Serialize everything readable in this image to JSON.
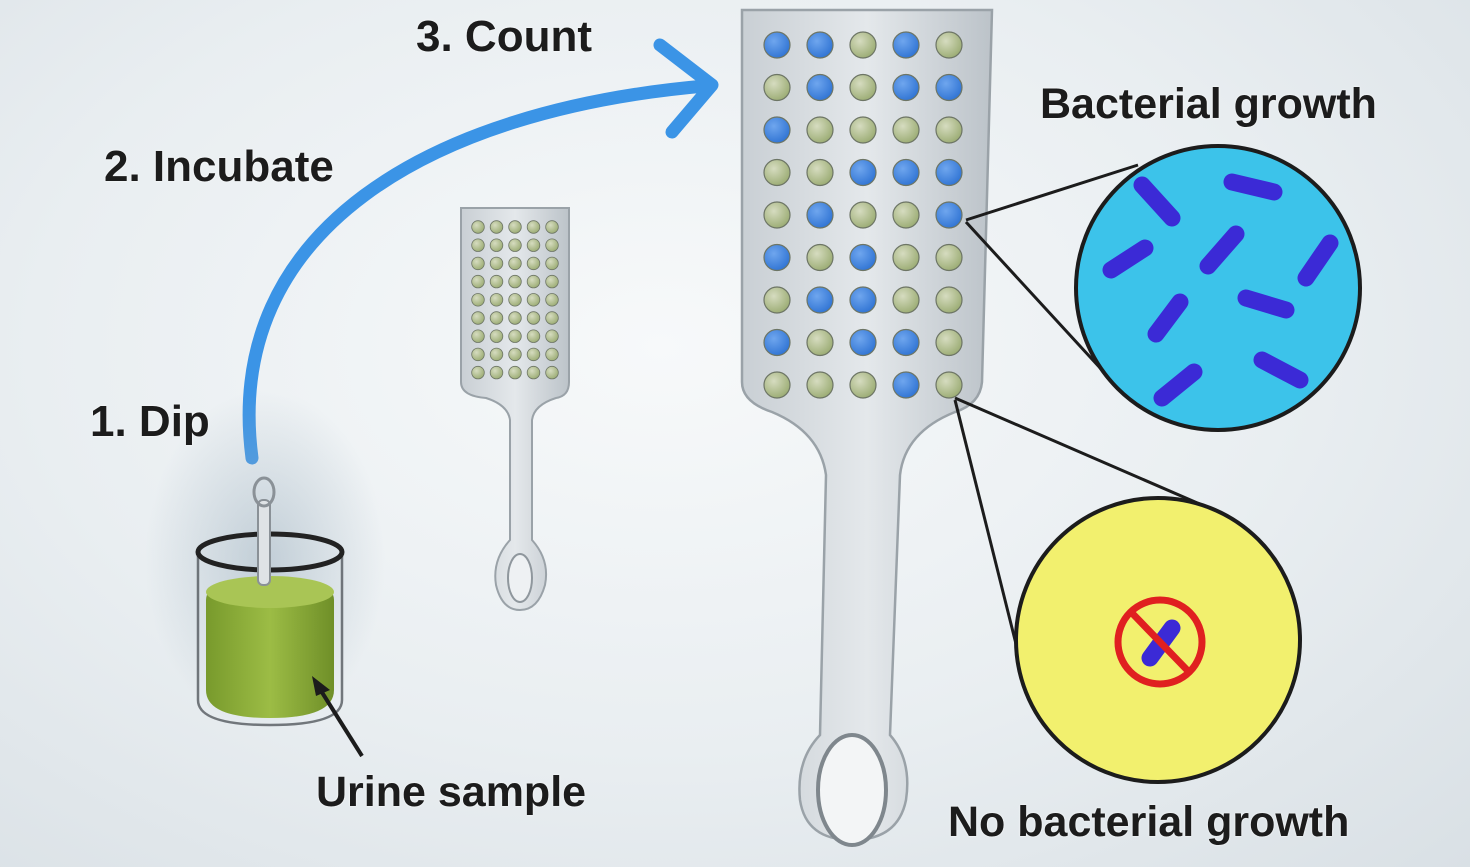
{
  "steps": {
    "dip": "1. Dip",
    "incubate": "2. Incubate",
    "count": "3. Count"
  },
  "labels": {
    "urine_sample": "Urine sample",
    "bacterial_growth": "Bacterial growth",
    "no_bacterial_growth": "No bacterial growth"
  },
  "colors": {
    "arrow": "#3b94e6",
    "well_positive": "#2f73d3",
    "well_negative": "#9aab72",
    "growth_circle": "#3cc3ea",
    "bacteria": "#3b2ad6",
    "no_growth_circle": "#f2f06e",
    "prohibition": "#e02020",
    "sample_liquid": "#86a835"
  },
  "icons": {
    "arrow": "curved-arrow-icon",
    "beaker": "beaker-icon",
    "paddle": "dipstick-paddle-icon",
    "prohibition": "prohibition-icon"
  },
  "well_grid": {
    "rows": 9,
    "cols": 5,
    "positive": [
      [
        1,
        1,
        0,
        1,
        0
      ],
      [
        0,
        1,
        0,
        1,
        1
      ],
      [
        1,
        0,
        0,
        0,
        0
      ],
      [
        0,
        0,
        1,
        1,
        1
      ],
      [
        0,
        1,
        0,
        0,
        1
      ],
      [
        1,
        0,
        1,
        0,
        0
      ],
      [
        0,
        1,
        1,
        0,
        0
      ],
      [
        1,
        0,
        1,
        1,
        0
      ],
      [
        0,
        0,
        0,
        1,
        0
      ]
    ]
  }
}
